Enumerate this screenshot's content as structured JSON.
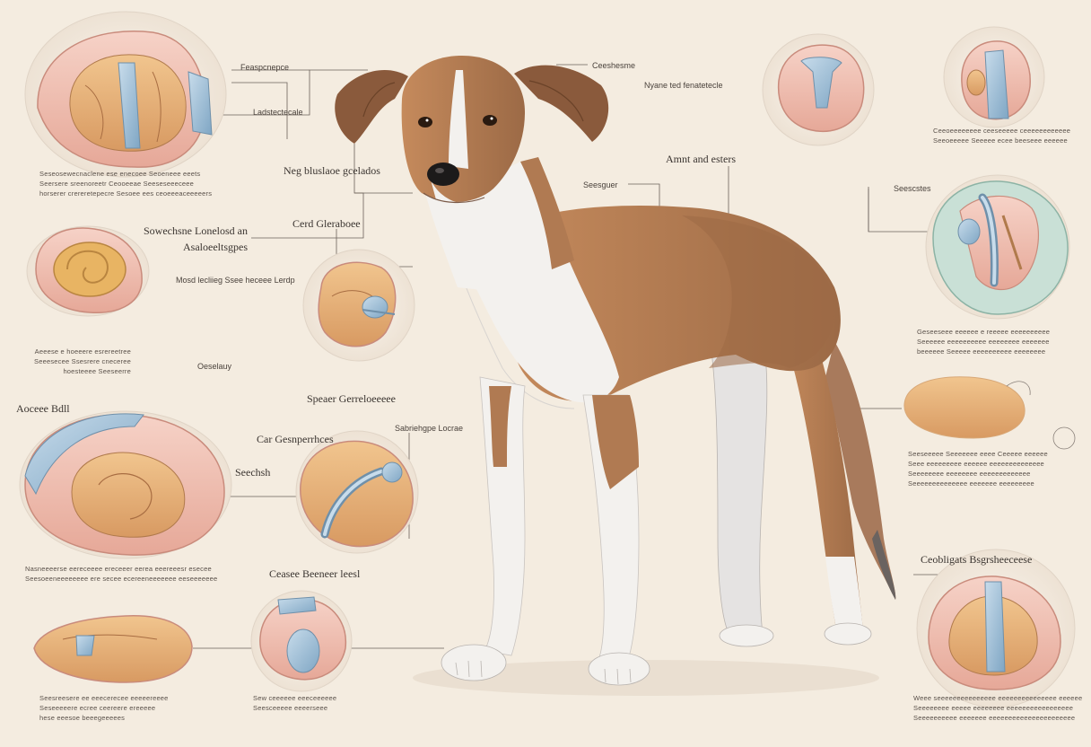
{
  "labels": {
    "top_center_1": "Feaspcnepce",
    "top_center_2": "Ceeshesme",
    "top_right_1": "Nyane ted fenatetecle",
    "upper_left_1": "Ladstectecale",
    "neck_label": "Neg bluslaoe gcelados",
    "cerd_label": "Cerd Gleraboee",
    "head_left_1": "Sowechsne Lonelosd an",
    "head_left_2": "Asaloeeltsgpes",
    "mid_left_1": "Mosd lecliieg Ssee heceee Lerdp",
    "sereguer": "Seesguer",
    "amnt_label": "Amnt and esters",
    "seescstes": "Seescstes",
    "oeseluy": "Oeselauy",
    "left_edge": "Aoceee Bdll",
    "spear_label": "Speaer Gerreloeeeee",
    "sabrines": "Sabriehgpe Locrae",
    "corr_label": "Car Gesnperrhces",
    "seechsh": "Seechsh",
    "ceosoe": "Ceasee Beeneer leesl",
    "right_lower": "Ceobligats Bsgrsheeceese"
  },
  "paragraphs": {
    "p_top_left": "Seseosewecnaclene ese enecoee Seoeneee eeets\nSeersere sreenoreetr Ceooeeae Seeseseeeceee\nhorserer crereretepecre Sesoee ees ceoeeeaceeeeers",
    "p_mid_left": "Aeeese e hoeeere esrereetree\nSeeesecee Ssesrere cneceree\nhoesteeee Seeseerre",
    "p_lower_left": "Nasneeeerse eereceeee ereceeer eerea eeereeesr esecee\nSeesoeeneeeeeeee ere secee ecereeneeeeeee eeseeeeeee",
    "p_bottom_left": "Seesreesere ee eeecerecee eeeeereeee\nSeseeeeere ecree ceereere ereeeee\nhese eeesoe beeegeeeees",
    "p_bottom_mid": "Sew ceeeeee eeeceeeeee\nSeesceeeee eeeerseee",
    "p_top_right": "Ceeoeeeeeeee ceeseeeee ceeeeeeeeeeee\nSeeoeeeee Seeeee ecee beeseee eeeeee",
    "p_mid_right": "Geseeseee eeeeee e reeeee eeeeeeeeee\nSeeeeee eeeeeeeeee eeeeeeee eeeeeee\nbeeeeee Seeeee eeeeeeeeee eeeeeeee",
    "p_lower_right": "Seeseeeee Seeeeeee eeee Ceeeee eeeeee\nSeee eeeeeeeee eeeeee eeeeeeeeeeeeee\nSeeeeeeee eeeeeeee eeeeeeeeeeeee\nSeeeeeeeeeeeeee eeeeeee eeeeeeeee",
    "p_bottom_right": "Weee seeeeeeeeeeeeeee eeeeeeeeeeeeeee eeeeee\nSeeeeeeee eeeee eeeeeeee eeeeeeeeeeeeeeeee\nSeeeeeeeeee eeeeeee eeeeeeeeeeeeeeeeeeeeee"
  },
  "colors": {
    "background": "#f4ece0",
    "coat_brown": "#b07a52",
    "coat_white": "#f3f1ee",
    "ear_brown": "#8a5a3c",
    "tissue_pink": "#f0c4b8",
    "tissue_tan": "#e7b07a",
    "membrane_blue": "#9ebcd2",
    "callout_line": "#6b615a"
  }
}
